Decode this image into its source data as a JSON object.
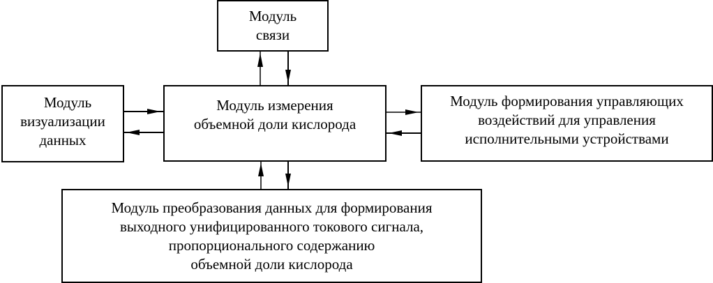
{
  "diagram": {
    "type": "block-diagram",
    "blocks": {
      "communication": {
        "lines": [
          "Модуль",
          "связи"
        ]
      },
      "visualization": {
        "lines": [
          "Модуль",
          "визуализации",
          "данных"
        ]
      },
      "measurement": {
        "lines": [
          "Модуль измерения",
          "объемной доли кислорода"
        ]
      },
      "control": {
        "lines": [
          "Модуль формирования управляющих",
          "воздействий для управления",
          "исполнительными устройствами"
        ]
      },
      "conversion": {
        "lines": [
          "Модуль преобразования данных для формирования",
          "выходного унифицированного токового сигнала,",
          "пропорционального содержанию",
          "объемной доли кислорода"
        ]
      }
    },
    "connections": [
      {
        "from": "measurement",
        "to": "communication"
      },
      {
        "from": "communication",
        "to": "measurement"
      },
      {
        "from": "visualization",
        "to": "measurement"
      },
      {
        "from": "measurement",
        "to": "visualization"
      },
      {
        "from": "measurement",
        "to": "control"
      },
      {
        "from": "control",
        "to": "measurement"
      },
      {
        "from": "conversion",
        "to": "measurement"
      },
      {
        "from": "measurement",
        "to": "conversion"
      }
    ]
  }
}
